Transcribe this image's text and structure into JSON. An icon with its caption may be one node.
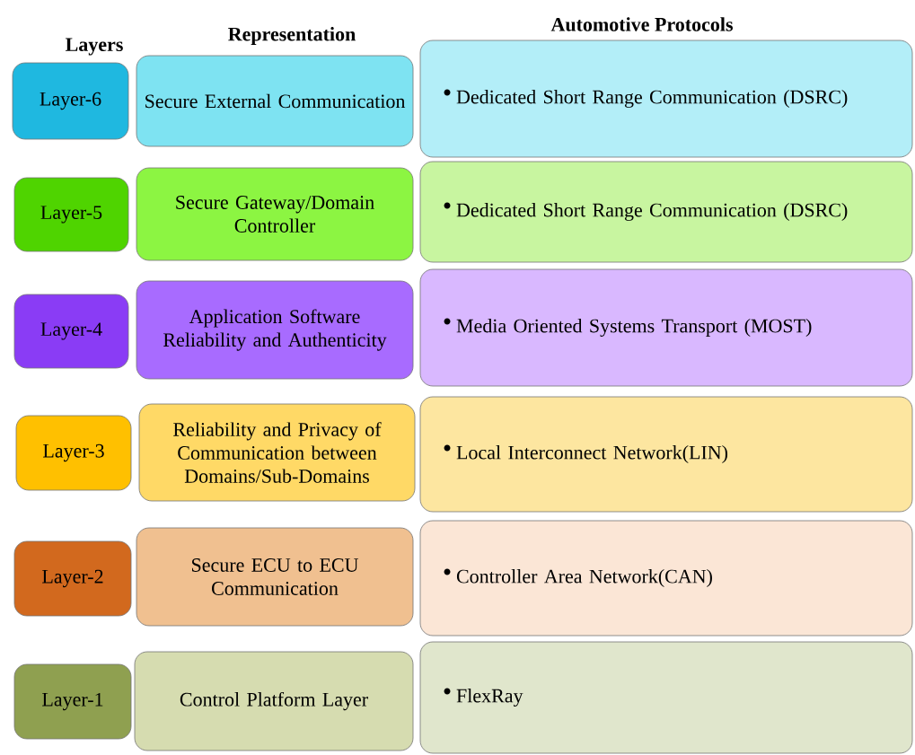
{
  "diagram": {
    "nodes": [
      {
        "text": [
          "Layer-6"
        ]
      },
      {
        "text": [
          "Secure External Communication"
        ]
      },
      {
        "text": [
          "Dedicated Short Range Communication (DSRC)"
        ]
      },
      {
        "text": [
          "Layer-5"
        ]
      },
      {
        "text": [
          "Secure Gateway/Domain Controller"
        ]
      },
      {
        "text": [
          "Dedicated Short Range Communication (DSRC)"
        ]
      },
      {
        "text": [
          "Layer-4"
        ]
      },
      {
        "text": [
          "Application Software Reliability and Authenticity"
        ]
      },
      {
        "text": [
          "Media Oriented Systems Transport (MOST)"
        ]
      },
      {
        "text": [
          "Layer-3"
        ]
      },
      {
        "text": [
          "Reliability and Privacy of Communication between Domains/Sub-Domains"
        ]
      },
      {
        "text": [
          "Local Interconnect Network(LIN)"
        ]
      },
      {
        "text": [
          "Layer-2"
        ]
      },
      {
        "text": [
          "Secure ECU to ECU Communication"
        ]
      },
      {
        "text": [
          "Controller Area Network(CAN)"
        ]
      },
      {
        "text": [
          "Layer-1"
        ]
      },
      {
        "text": [
          "Control Platform Layer"
        ]
      },
      {
        "text": [
          "FlexRay"
        ]
      }
    ],
    "labels": [
      "Layers",
      "Representation",
      "Automotive Protocols"
    ]
  }
}
